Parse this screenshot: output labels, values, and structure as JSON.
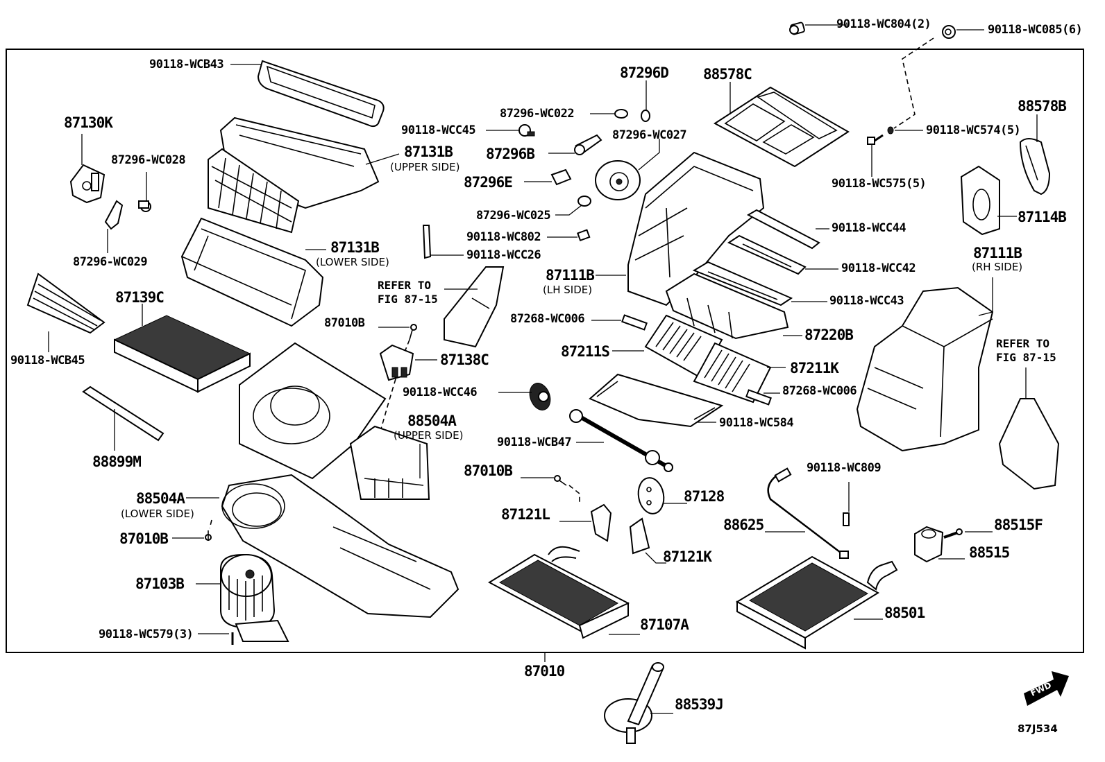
{
  "diagram": {
    "figure_code": "87J534",
    "assembly_number": "87010",
    "fwd_arrow_label": "FWD",
    "parts": {
      "p90118_wc804": "90118-WC804(2)",
      "p90118_wc085": "90118-WC085(6)",
      "p90118_wcb43": "90118-WCB43",
      "p87130k": "87130K",
      "p87296_wc028": "87296-WC028",
      "p87296_wc029": "87296-WC029",
      "p87131b_upper": "87131B",
      "p87131b_upper_note": "(UPPER SIDE)",
      "p87131b_lower": "87131B",
      "p87131b_lower_note": "(LOWER SIDE)",
      "p87296d": "87296D",
      "p87296_wc022": "87296-WC022",
      "p90118_wcc45": "90118-WCC45",
      "p87296_wc027": "87296-WC027",
      "p87296b": "87296B",
      "p87296e": "87296E",
      "p87296_wc025": "87296-WC025",
      "p90118_wc802": "90118-WC802",
      "p90118_wcc26": "90118-WCC26",
      "p88578c": "88578C",
      "p90118_wc574": "90118-WC574(5)",
      "p90118_wc575": "90118-WC575(5)",
      "p88578b": "88578B",
      "p87114b": "87114B",
      "p90118_wcc44": "90118-WCC44",
      "p90118_wcc42": "90118-WCC42",
      "p90118_wcc43": "90118-WCC43",
      "p87111b_lh": "87111B",
      "p87111b_lh_note": "(LH SIDE)",
      "p87111b_rh": "87111B",
      "p87111b_rh_note": "(RH SIDE)",
      "refer_left": "REFER TO\nFIG 87-15",
      "refer_right": "REFER TO\nFIG 87-15",
      "p90118_wcb45": "90118-WCB45",
      "p87139c": "87139C",
      "p87010b_1": "87010B",
      "p87138c": "87138C",
      "p87268_wc006_1": "87268-WC006",
      "p87220b": "87220B",
      "p87211s": "87211S",
      "p87211k": "87211K",
      "p87268_wc006_2": "87268-WC006",
      "p90118_wcc46": "90118-WCC46",
      "p90118_wc584": "90118-WC584",
      "p88899m": "88899M",
      "p88504a_upper": "88504A",
      "p88504a_upper_note": "(UPPER SIDE)",
      "p90118_wcb47": "90118-WCB47",
      "p87010b_2": "87010B",
      "p87128": "87128",
      "p90118_wc809": "90118-WC809",
      "p88504a_lower": "88504A",
      "p88504a_lower_note": "(LOWER SIDE)",
      "p87121l": "87121L",
      "p88625": "88625",
      "p88515f": "88515F",
      "p87010b_3": "87010B",
      "p87121k": "87121K",
      "p88515": "88515",
      "p87103b": "87103B",
      "p88501": "88501",
      "p87107a": "87107A",
      "p90118_wc579": "90118-WC579(3)",
      "p88539j": "88539J"
    }
  }
}
